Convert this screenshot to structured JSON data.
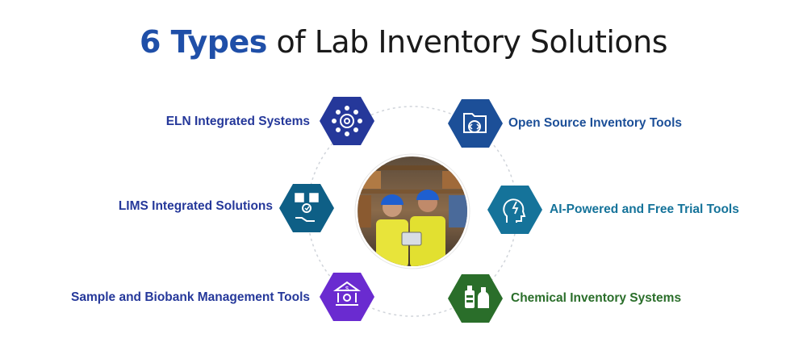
{
  "title": {
    "accent": "6 Types",
    "rest": " of Lab Inventory Solutions"
  },
  "colors": {
    "title_accent": "#1f4fa8",
    "navy": "#25389a",
    "dark_blue": "#1c4f98",
    "teal_blue": "#0e5f86",
    "teal": "#15739a",
    "purple": "#6a2bd0",
    "green": "#2a6e2a"
  },
  "center_image": {
    "description_icon": "warehouse-workers-photo"
  },
  "items": [
    {
      "label": "ELN Integrated Systems",
      "icon": "gear-network-icon",
      "color": "#25389a"
    },
    {
      "label": "Open Source Inventory Tools",
      "icon": "code-folder-icon",
      "color": "#1c4f98"
    },
    {
      "label": "LIMS Integrated Solutions",
      "icon": "puzzle-hand-icon",
      "color": "#0e5f86"
    },
    {
      "label": "AI-Powered and Free Trial Tools",
      "icon": "ai-head-icon",
      "color": "#15739a"
    },
    {
      "label": "Sample and Biobank Management Tools",
      "icon": "bank-gear-icon",
      "color": "#6a2bd0"
    },
    {
      "label": "Chemical Inventory Systems",
      "icon": "chemical-bottles-icon",
      "color": "#2a6e2a"
    }
  ]
}
